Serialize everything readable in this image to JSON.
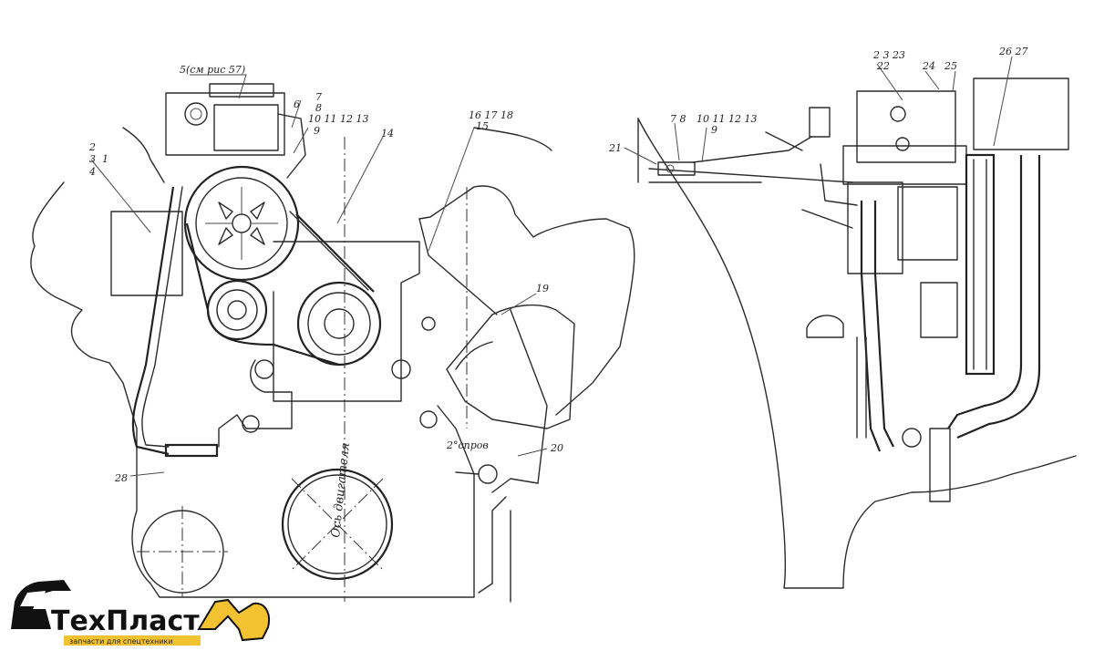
{
  "labels": {
    "ref_5": "5(см рис 57)",
    "ref_6": "6",
    "ref_7": "7",
    "ref_8": "8",
    "ref_10_13": "10 11 12 13",
    "ref_9": "9",
    "ref_14": "14",
    "ref_16_18": "16 17 18",
    "ref_15": "15",
    "ref_2": "2",
    "ref_3": "3",
    "ref_1": "1",
    "ref_4": "4",
    "ref_19": "19",
    "ref_20": "20",
    "ref_28": "28",
    "spring": "2°спров",
    "axis": "Ось двигателя",
    "r_2_3_23": "2  3  23",
    "r_22": "22",
    "r_24": "24",
    "r_25": "25",
    "r_26_27": "26 27",
    "r_21": "21",
    "r_7_8": "7  8",
    "r_10_13": "10 11 12 13",
    "r_9": "9"
  },
  "logo": {
    "brand": "ТехПласт",
    "tagline": "запчасти для спецтехники",
    "colors": {
      "yellow": "#f2c230",
      "dark": "#111111"
    }
  }
}
